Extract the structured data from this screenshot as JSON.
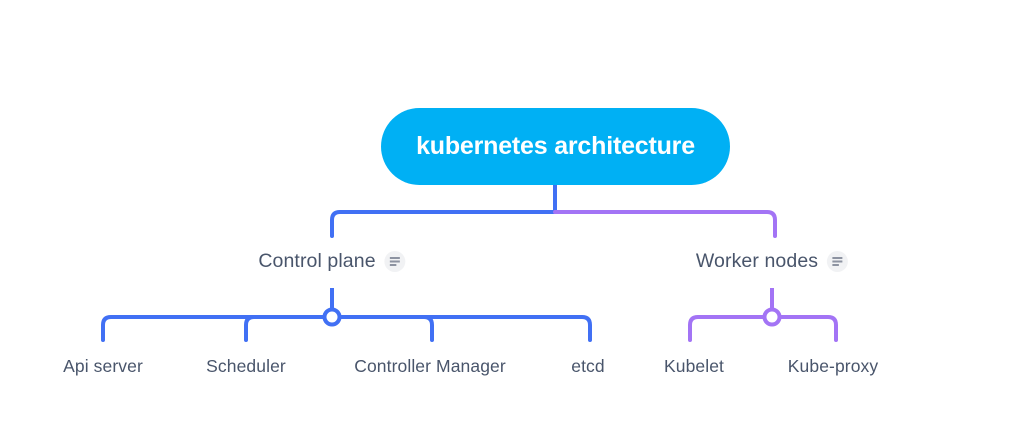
{
  "diagram": {
    "type": "mindmap",
    "background": "#ffffff",
    "colors": {
      "root_fill": "#00b0f4",
      "root_text": "#ffffff",
      "branch_left": "#4170f4",
      "branch_right": "#a374f5",
      "node_text": "#49556b",
      "icon_bg": "#f1f2f4",
      "icon_glyph": "#8d93a1",
      "junction_fill": "#ffffff"
    },
    "root": {
      "label": "kubernetes architecture"
    },
    "branches": [
      {
        "id": "control-plane",
        "label": "Control plane",
        "color": "#4170f4",
        "icon": "note-icon",
        "children": [
          {
            "label": "Api server"
          },
          {
            "label": "Scheduler"
          },
          {
            "label": "Controller Manager"
          },
          {
            "label": "etcd"
          }
        ]
      },
      {
        "id": "worker-nodes",
        "label": "Worker nodes",
        "color": "#a374f5",
        "icon": "note-icon",
        "children": [
          {
            "label": "Kubelet"
          },
          {
            "label": "Kube-proxy"
          }
        ]
      }
    ]
  }
}
